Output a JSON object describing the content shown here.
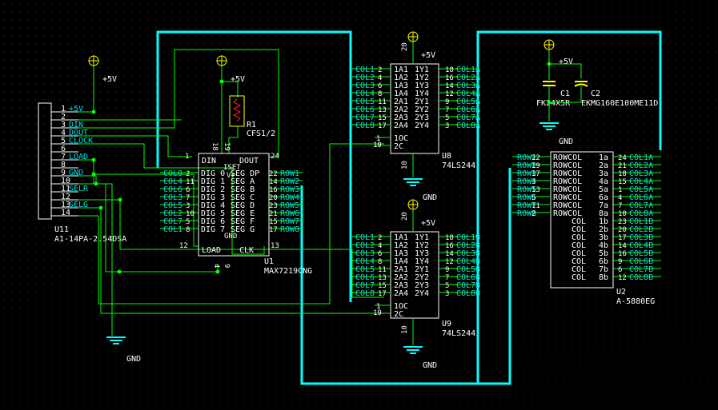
{
  "colors": {
    "background": "#000000",
    "wire": "#00ff00",
    "bus": "#00ffff",
    "text": "#ffffff",
    "net": "#00e0e0",
    "power": "#ffff00"
  },
  "power": {
    "vcc": "+5V",
    "gnd": "GND"
  },
  "u11": {
    "ref": "U11",
    "value": "A1-14PA-2.54DSA",
    "pins": [
      "1",
      "2",
      "3",
      "4",
      "5",
      "6",
      "7",
      "8",
      "9",
      "10",
      "11",
      "12",
      "13",
      "14"
    ],
    "nets": [
      "+5V",
      "",
      "DIN",
      "DOUT",
      "CLOCK",
      "",
      "LOAD",
      "",
      "GND",
      "",
      "SELR",
      "",
      "SELG",
      ""
    ]
  },
  "r1": {
    "ref": "R1",
    "value": "CFS1/2"
  },
  "u1": {
    "ref": "U1",
    "value": "MAX7219CNG",
    "top_pins": [
      "1",
      "18",
      "19",
      "24"
    ],
    "top_labels": [
      "DIN",
      "DOUT"
    ],
    "bottom_pins": [
      "12",
      "4",
      "9",
      "13"
    ],
    "bottom_labels": [
      "LOAD",
      "CLK"
    ],
    "left_nets": [
      "COL8",
      "COL4",
      "COL6",
      "COL3",
      "COL5",
      "COL2",
      "COL7",
      "COL1"
    ],
    "left_pins": [
      "2",
      "11",
      "6",
      "7",
      "3",
      "10",
      "5",
      "8"
    ],
    "left_labels": [
      "DIG 0",
      "DIG 1",
      "DIG 2",
      "DIG 3",
      "DIG 4",
      "DIG 5",
      "DIG 6",
      "DIG 7"
    ],
    "right_labels": [
      "SEG DP",
      "SEG A",
      "SEG B",
      "SEG C",
      "SEG D",
      "SEG E",
      "SEG F",
      "SEG G"
    ],
    "right_pins": [
      "22",
      "14",
      "16",
      "20",
      "23",
      "21",
      "15",
      "17"
    ],
    "right_nets": [
      "ROW1",
      "ROW2",
      "ROW3",
      "ROW4",
      "ROW5",
      "ROW6",
      "ROW7",
      "ROW8"
    ],
    "mid_labels": [
      "ISET",
      "V+",
      "GND",
      "GND"
    ]
  },
  "u8": {
    "ref": "U8",
    "value": "74LS244",
    "vcc_pin": "20",
    "gnd_pin": "10",
    "left_nets": [
      "COL1",
      "COL2",
      "COL3",
      "COL4",
      "COL5",
      "COL6",
      "COL7",
      "COL8"
    ],
    "left_pins": [
      "2",
      "4",
      "6",
      "8",
      "11",
      "13",
      "15",
      "17"
    ],
    "labels": [
      "1A1",
      "1A2",
      "1A3",
      "1A4",
      "2A1",
      "2A2",
      "2A3",
      "2A4"
    ],
    "out_labels": [
      "1Y1",
      "1Y2",
      "1Y3",
      "1Y4",
      "2Y1",
      "2Y2",
      "2Y3",
      "2Y4"
    ],
    "right_pins": [
      "18",
      "16",
      "14",
      "12",
      "9",
      "7",
      "5",
      "3"
    ],
    "right_nets": [
      "COL1A",
      "COL2A",
      "COL3A",
      "COL4A",
      "COL5A",
      "COL6A",
      "COL7A",
      "COL8A"
    ],
    "oe_labels": [
      "1OC",
      "2C"
    ],
    "oe_pins": [
      "1",
      "19"
    ]
  },
  "u9": {
    "ref": "U9",
    "value": "74LS244",
    "vcc_pin": "20",
    "gnd_pin": "10",
    "left_nets": [
      "COL1",
      "COL2",
      "COL3",
      "COL4",
      "COL5",
      "COL6",
      "COL7",
      "COL8"
    ],
    "left_pins": [
      "2",
      "4",
      "6",
      "8",
      "11",
      "13",
      "15",
      "17"
    ],
    "labels": [
      "1A1",
      "1A2",
      "1A3",
      "1A4",
      "2A1",
      "2A2",
      "2A3",
      "2A4"
    ],
    "out_labels": [
      "1Y1",
      "1Y2",
      "1Y3",
      "1Y4",
      "2Y1",
      "2Y2",
      "2Y3",
      "2Y4"
    ],
    "right_pins": [
      "18",
      "16",
      "14",
      "12",
      "9",
      "7",
      "5",
      "3"
    ],
    "right_nets": [
      "COL1B",
      "COL2B",
      "COL3B",
      "COL4B",
      "COL5B",
      "COL6B",
      "COL7B",
      "COL8B"
    ],
    "oe_labels": [
      "1OC",
      "2C"
    ],
    "oe_pins": [
      "1",
      "19"
    ]
  },
  "caps": {
    "c1": "C1",
    "c2": "C2",
    "value": "FK24X5R",
    "value2": "EKMG160E100ME11D"
  },
  "u2": {
    "ref": "U2",
    "value": "A-5880EG",
    "left_nets": [
      "ROW1",
      "ROW2",
      "ROW3",
      "ROW4",
      "ROW5",
      "ROW6",
      "ROW7",
      "ROW8"
    ],
    "left_pins": [
      "22",
      "19",
      "17",
      "3",
      "13",
      "5",
      "11",
      "2"
    ],
    "left_labels": [
      "ROWCOL",
      "ROWCOL",
      "ROWCOL",
      "ROWCOL",
      "ROWCOL",
      "ROWCOL",
      "ROWCOL",
      "ROWCOL",
      "COL",
      "COL",
      "COL",
      "COL",
      "COL",
      "COL",
      "COL",
      "COL"
    ],
    "inner": [
      "1a",
      "2a",
      "3a",
      "4a",
      "5a",
      "6a",
      "7a",
      "8a",
      "1b",
      "2b",
      "3b",
      "4b",
      "5b",
      "6b",
      "7b",
      "8b"
    ],
    "right_pins": [
      "24",
      "21",
      "18",
      "15",
      "1",
      "4",
      "7",
      "10",
      "23",
      "20",
      "17",
      "14",
      "16",
      "9",
      "6",
      "12"
    ],
    "right_nets": [
      "COL1A",
      "COL2A",
      "COL3A",
      "COL4A",
      "COL5A",
      "COL6A",
      "COL7A",
      "COL8A",
      "COL1B",
      "COL2B",
      "COL3B",
      "COL4B",
      "COL5B",
      "COL6B",
      "COL7B",
      "COL8B"
    ]
  }
}
